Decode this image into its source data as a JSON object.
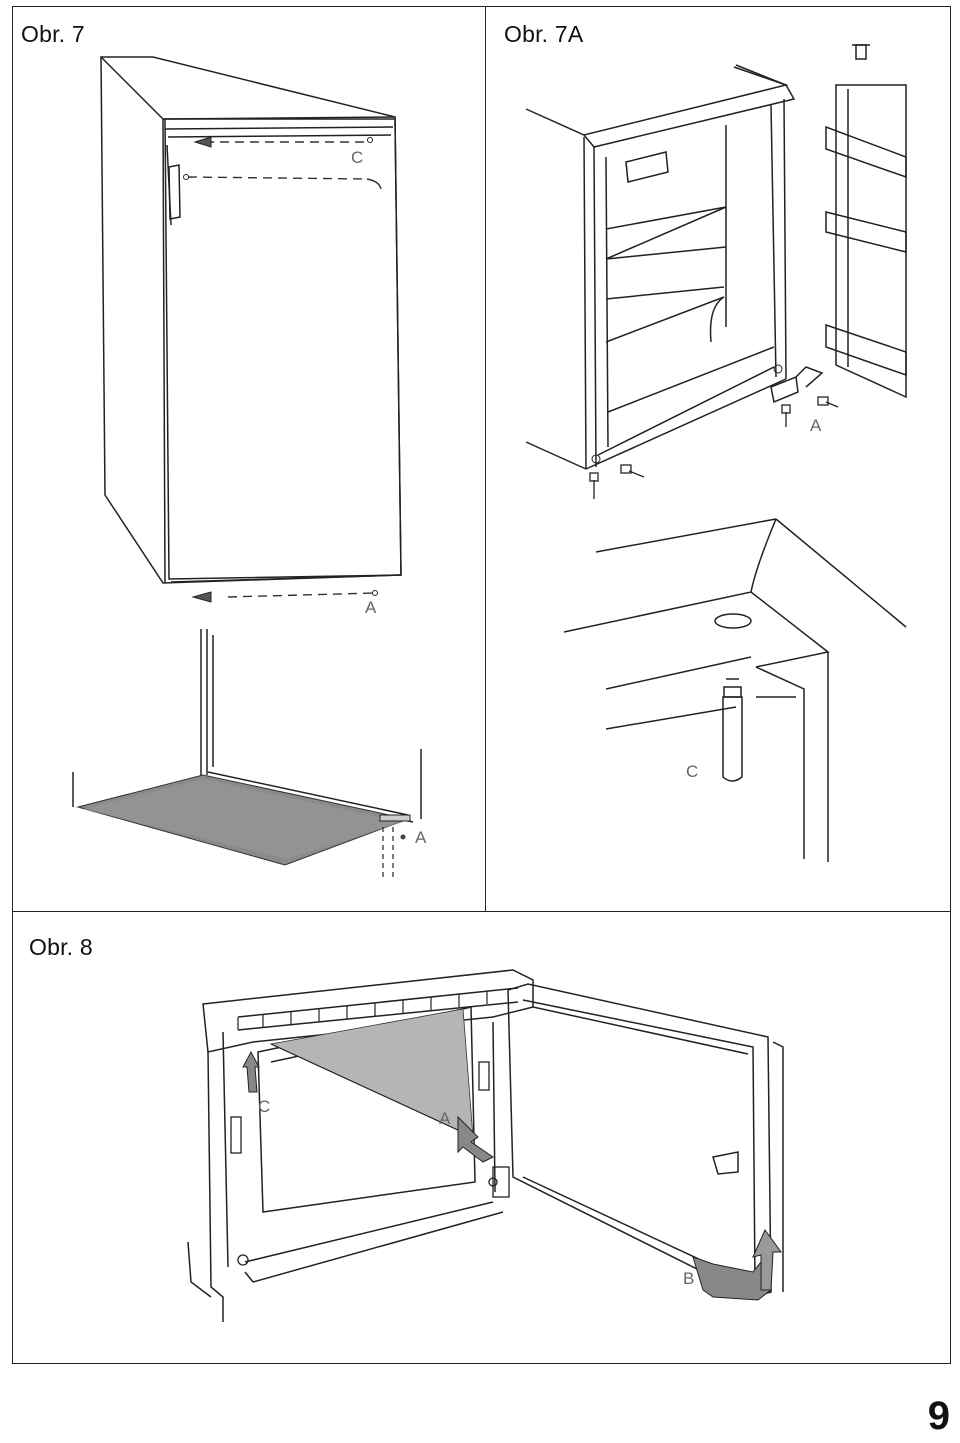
{
  "figures": [
    {
      "title": "Obr. 7",
      "labels": {
        "c": "C",
        "a_top": "A",
        "a_bottom": "A"
      }
    },
    {
      "title": "Obr. 7A",
      "labels": {
        "a": "A",
        "c": "C"
      }
    },
    {
      "title": "Obr. 8",
      "labels": {
        "c": "C",
        "a": "A",
        "b": "B"
      }
    }
  ],
  "page_number": "9"
}
